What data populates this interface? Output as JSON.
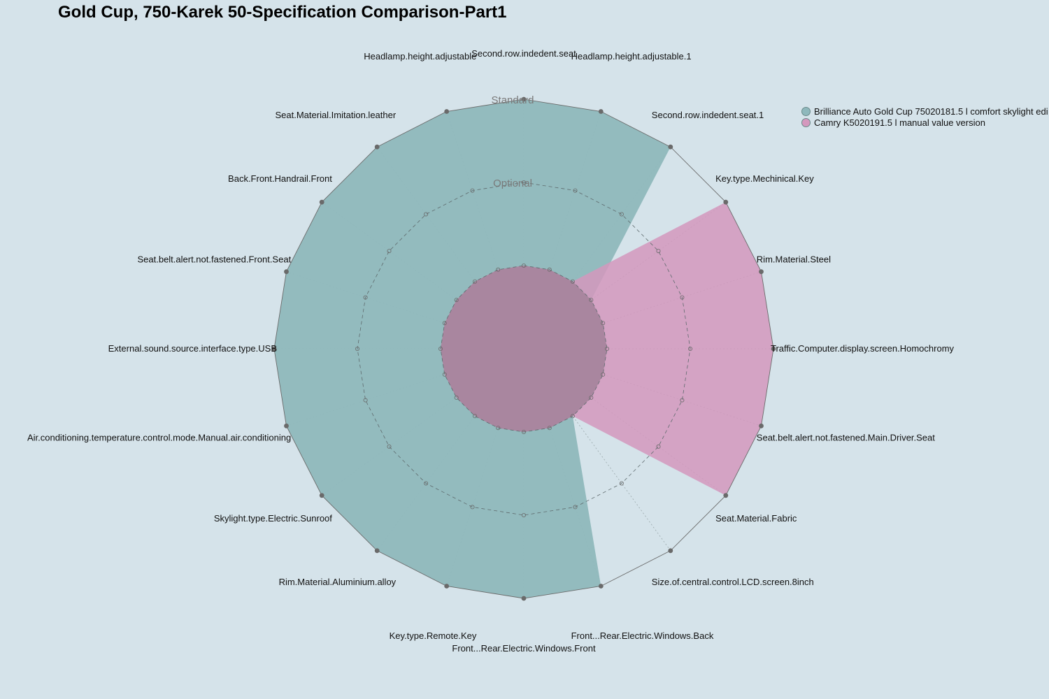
{
  "title": "Gold Cup, 750-Karek 50-Specification Comparison-Part1",
  "chart_data": {
    "type": "radar",
    "title": "Gold Cup, 750-Karek 50-Specification Comparison-Part1",
    "levels": [
      "",
      "Optional",
      "Standard"
    ],
    "level_values": [
      1,
      2,
      3
    ],
    "range": [
      0,
      3
    ],
    "axes": [
      "Second.row.indedent.seat",
      "Headlamp.height.adjustable.1",
      "Second.row.indedent.seat.1",
      "Key.type.Mechinical.Key",
      "Rim.Material.Steel",
      "Traffic.Computer.display.screen.Homochromy",
      "Seat.belt.alert.not.fastened.Main.Driver.Seat",
      "Seat.Material.Fabric",
      "Size.of.central.control.LCD.screen.8inch",
      "Front...Rear.Electric.Windows.Back",
      "Front...Rear.Electric.Windows.Front",
      "Key.type.Remote.Key",
      "Rim.Material.Aluminium.alloy",
      "Skylight.type.Electric.Sunroof",
      "Air.conditioning.temperature.control.mode.Manual.air.conditioning",
      "External.sound.source.interface.type.USB",
      "Seat.belt.alert.not.fastened.Front.Seat",
      "Back.Front.Handrail.Front",
      "Seat.Material.Imitation.leather",
      "Headlamp.height.adjustable"
    ],
    "series": [
      {
        "name": "Brilliance Auto Gold Cup 75020181.5 l comfort skylight edi",
        "color": "#8fb8bc",
        "values": [
          3,
          3,
          3,
          1,
          1,
          1,
          1,
          1,
          1,
          3,
          3,
          3,
          3,
          3,
          3,
          3,
          3,
          3,
          3,
          3
        ]
      },
      {
        "name": "Camry K5020191.5 l manual value version",
        "color": "#d498bd",
        "values": [
          1,
          1,
          1,
          3,
          3,
          3,
          3,
          3,
          1,
          1,
          1,
          1,
          1,
          1,
          1,
          1,
          1,
          1,
          1,
          1
        ]
      }
    ],
    "legend_position": "top-right"
  }
}
